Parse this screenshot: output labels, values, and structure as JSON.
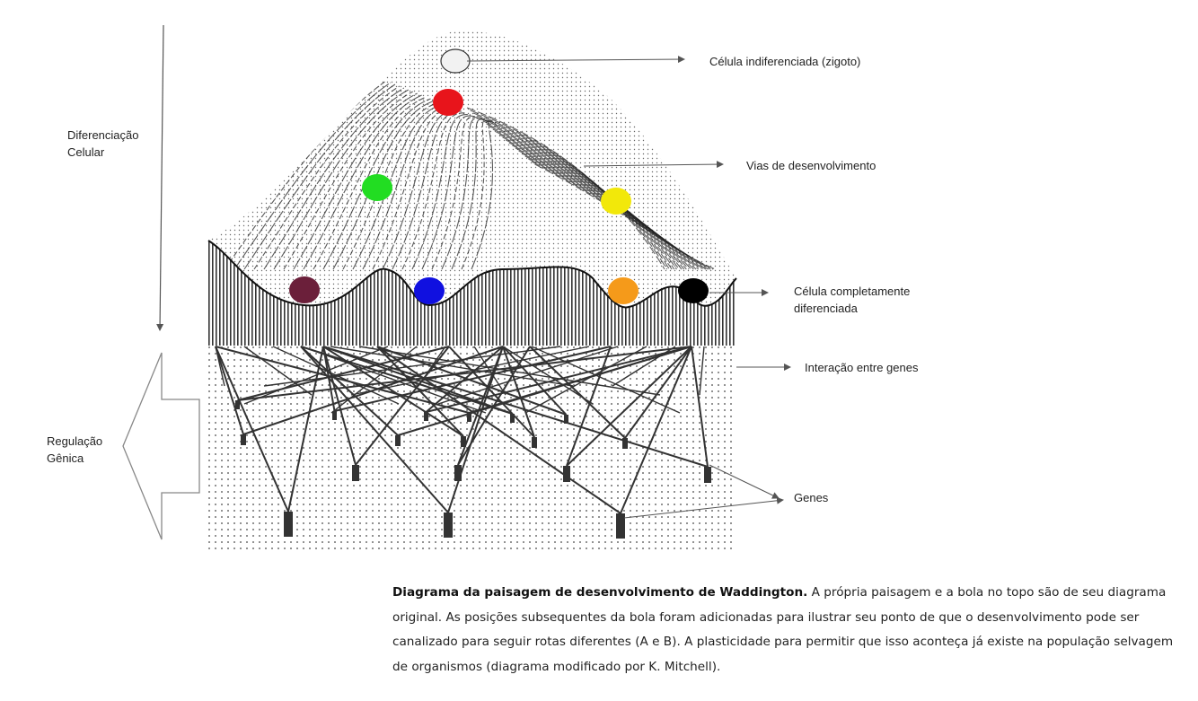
{
  "labels": {
    "differentiation": [
      "Diferenciação",
      "Celular"
    ],
    "gene_regulation": [
      "Regulação",
      "Gênica"
    ],
    "undifferentiated_cell": "Célula indiferenciada (zigoto)",
    "developmental_paths": "Vias de desenvolvimento",
    "differentiated_cell": [
      "Célula completamente",
      "diferenciada"
    ],
    "gene_interaction": "Interação entre genes",
    "genes": "Genes"
  },
  "balls": [
    {
      "name": "zygote",
      "color": "#f2f2f2"
    },
    {
      "name": "red",
      "color": "#e8141b"
    },
    {
      "name": "green",
      "color": "#22dd22"
    },
    {
      "name": "yellow",
      "color": "#f2e80a"
    },
    {
      "name": "purple",
      "color": "#6b1f3a"
    },
    {
      "name": "blue",
      "color": "#1010e0"
    },
    {
      "name": "orange",
      "color": "#f59a1a"
    },
    {
      "name": "black",
      "color": "#000000"
    }
  ],
  "caption": {
    "title": "Diagrama da paisagem de desenvolvimento de Waddington.",
    "body": " A própria paisagem e a bola no topo são de seu diagrama original. As posições subsequentes da bola foram adicionadas para ilustrar seu ponto de que o desenvolvimento pode ser canalizado para seguir rotas diferentes (A e B). A plasticidade para permitir que isso aconteça já existe na população selvagem de organismos (diagrama modificado por K. Mitchell)."
  }
}
